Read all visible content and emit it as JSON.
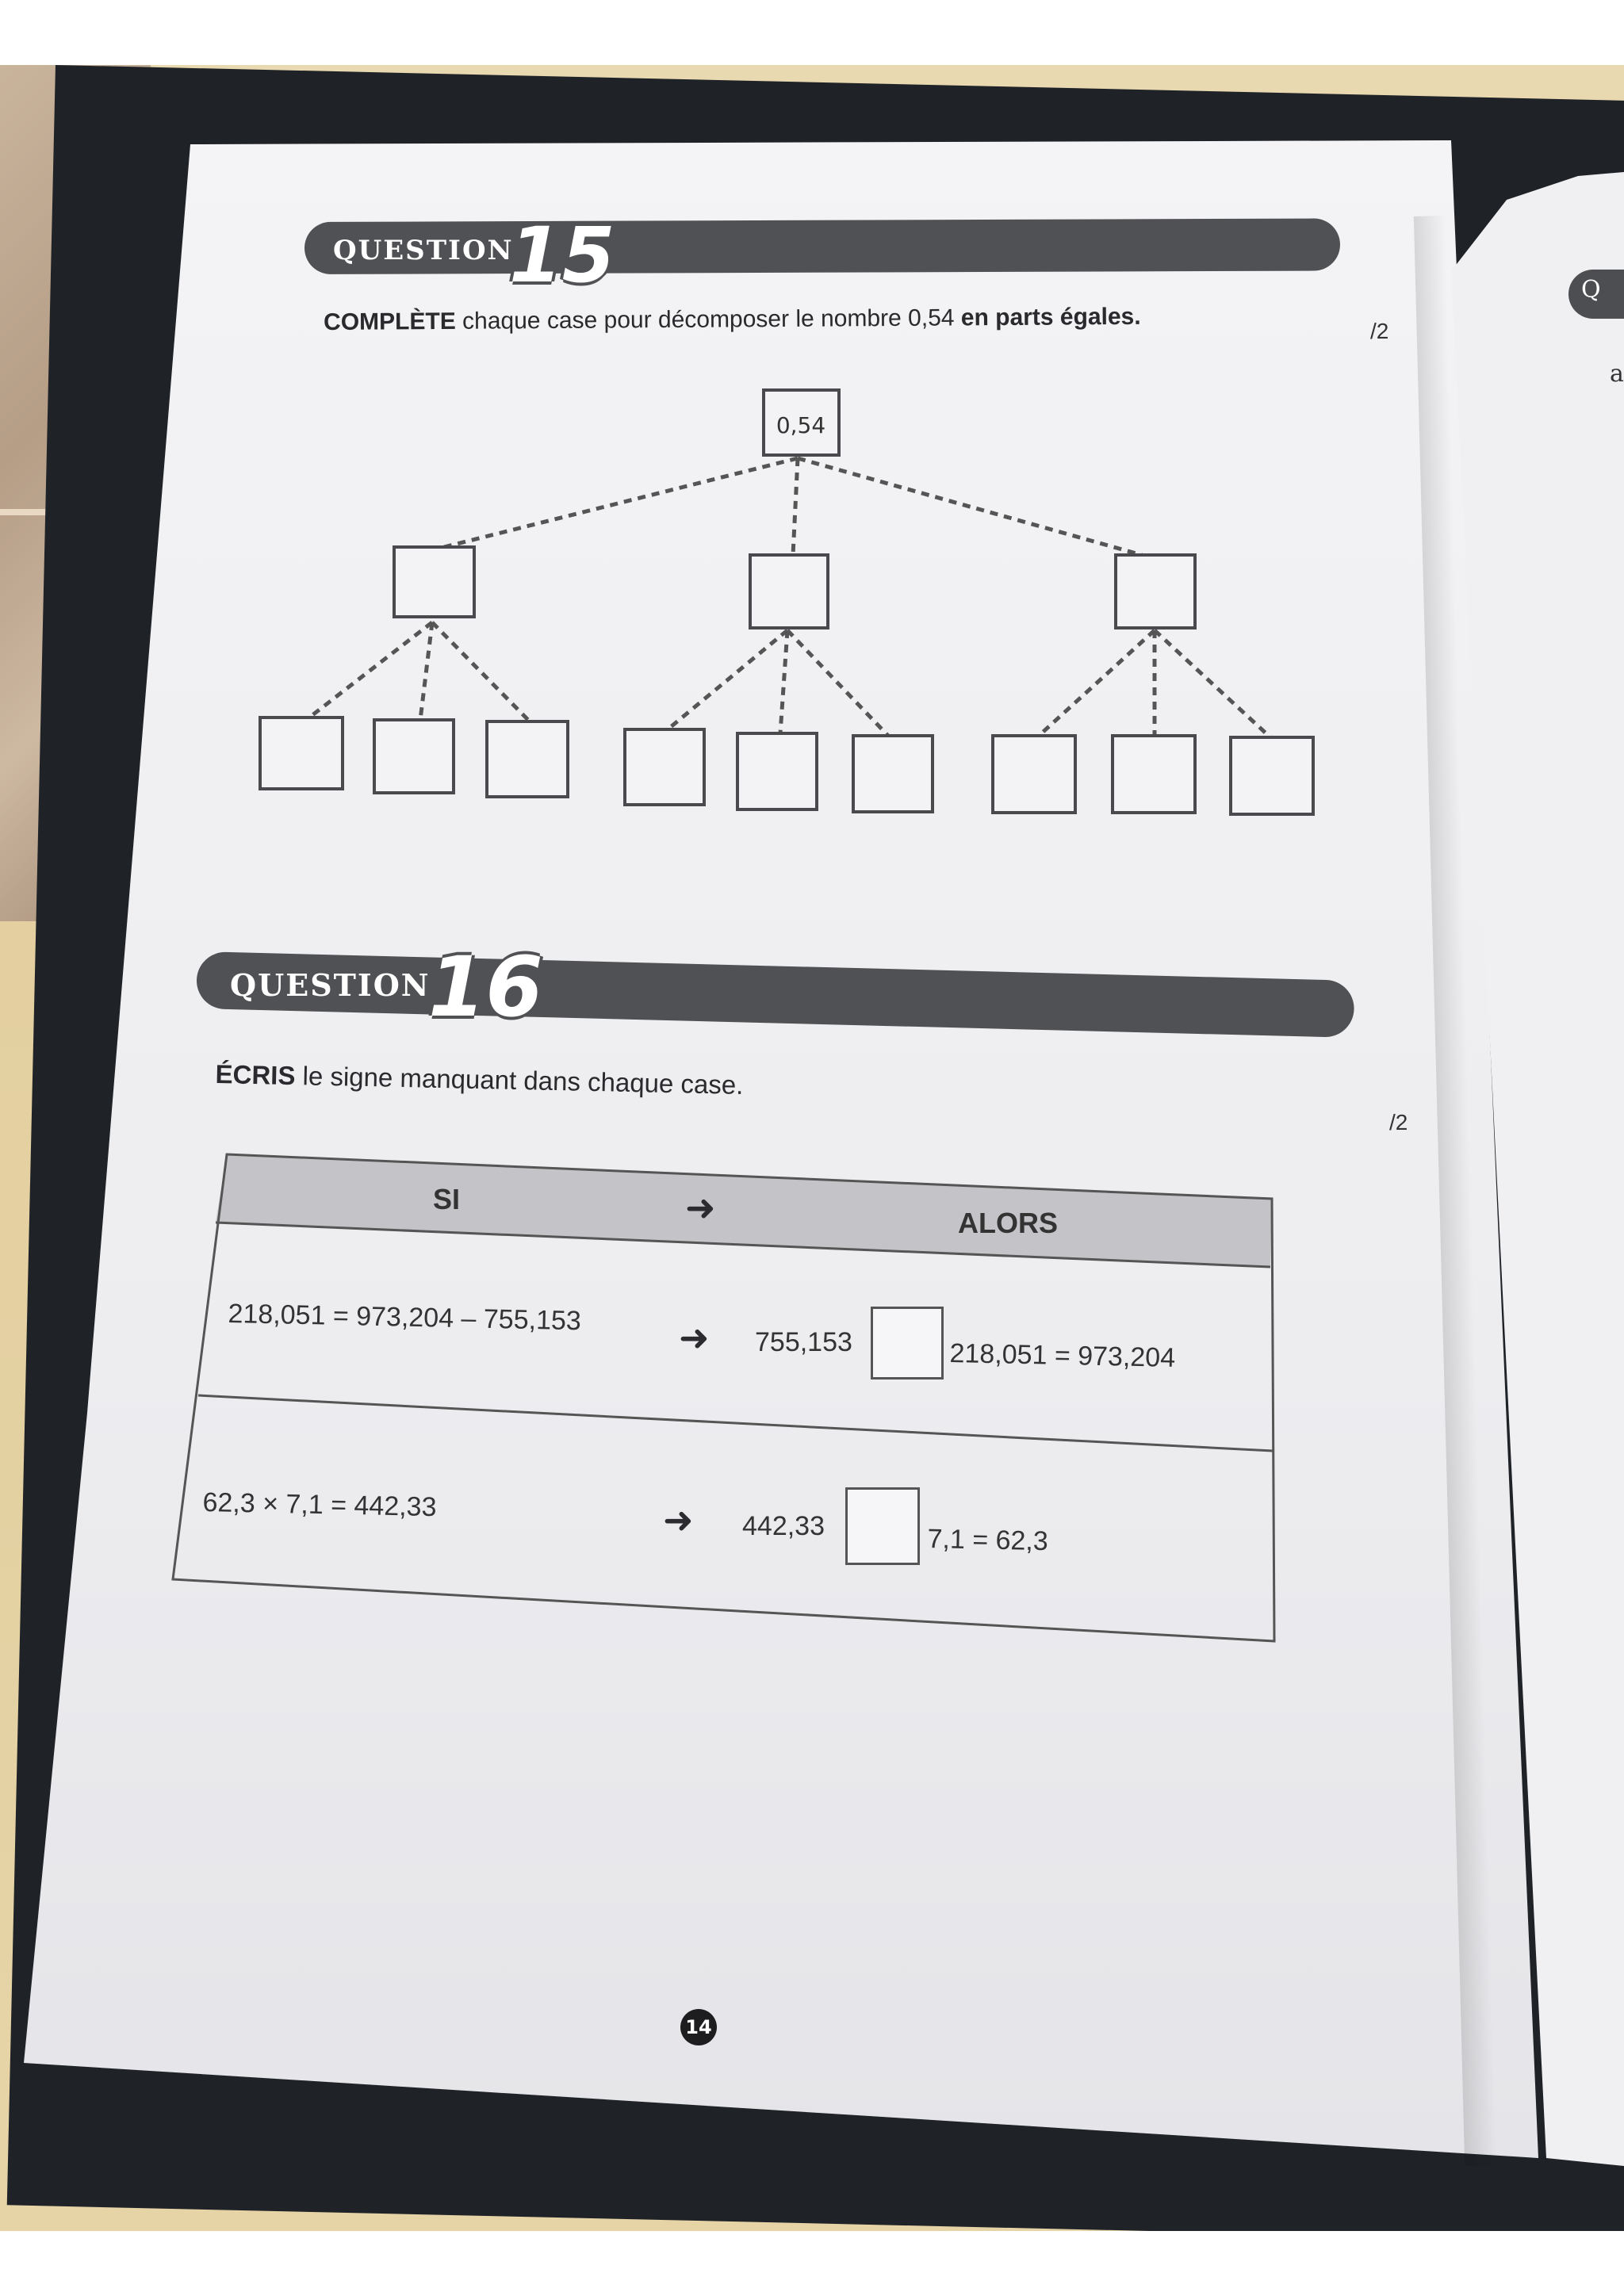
{
  "question15": {
    "label": "QUESTION",
    "number": "15",
    "instruction_verb": "COMPLÈTE",
    "instruction_mid": " chaque case pour décomposer le nombre 0,54 ",
    "instruction_bold_end": "en parts égales.",
    "score": "/2",
    "root_value": "0,54"
  },
  "question16": {
    "label": "QUESTION",
    "number": "16",
    "instruction_verb": "ÉCRIS",
    "instruction_rest": " le signe manquant dans chaque case.",
    "score": "/2",
    "table": {
      "header_si": "SI",
      "header_arrow": "➜",
      "header_alors": "ALORS",
      "rows": [
        {
          "si": "218,051 = 973,204 – 755,153",
          "arrow": "➜",
          "alors_left": "755,153",
          "alors_right": "218,051 = 973,204"
        },
        {
          "si": "62,3 × 7,1 = 442,33",
          "arrow": "➜",
          "alors_left": "442,33",
          "alors_right": "7,1 = 62,3"
        }
      ]
    }
  },
  "page_number": "14",
  "next_page": {
    "tab_letter": "Q",
    "edge_letter": "a"
  }
}
